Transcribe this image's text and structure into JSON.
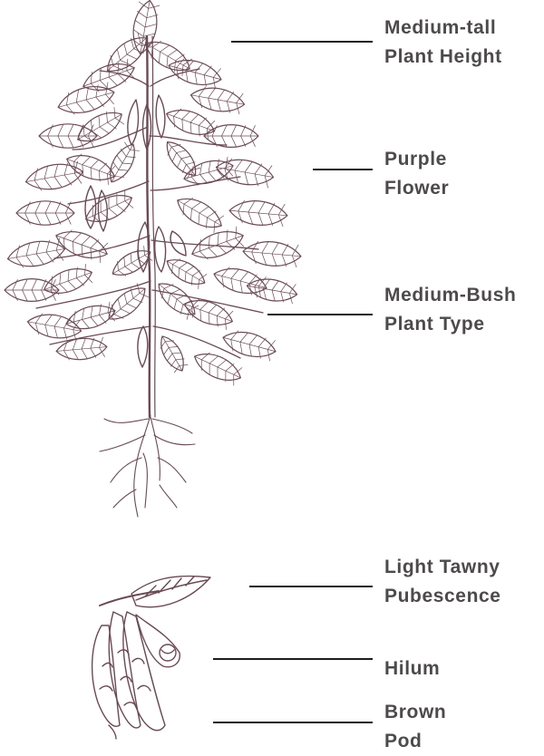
{
  "labels": [
    {
      "line1": "Medium-tall",
      "line2": "Plant Height"
    },
    {
      "line1": "Purple",
      "line2": "Flower"
    },
    {
      "line1": "Medium-Bush",
      "line2": "Plant Type"
    },
    {
      "line1": "Light Tawny",
      "line2": "Pubescence"
    },
    {
      "line1": "Hilum",
      "line2": ""
    },
    {
      "line1": "Brown",
      "line2": "Pod"
    }
  ],
  "colors": {
    "label_text": "#4d4a4b",
    "leader_line": "#1f1b1d",
    "illustration_ink": "#6a4a55"
  },
  "illustrations": [
    "soybean-plant",
    "soybean-pod-cluster"
  ]
}
